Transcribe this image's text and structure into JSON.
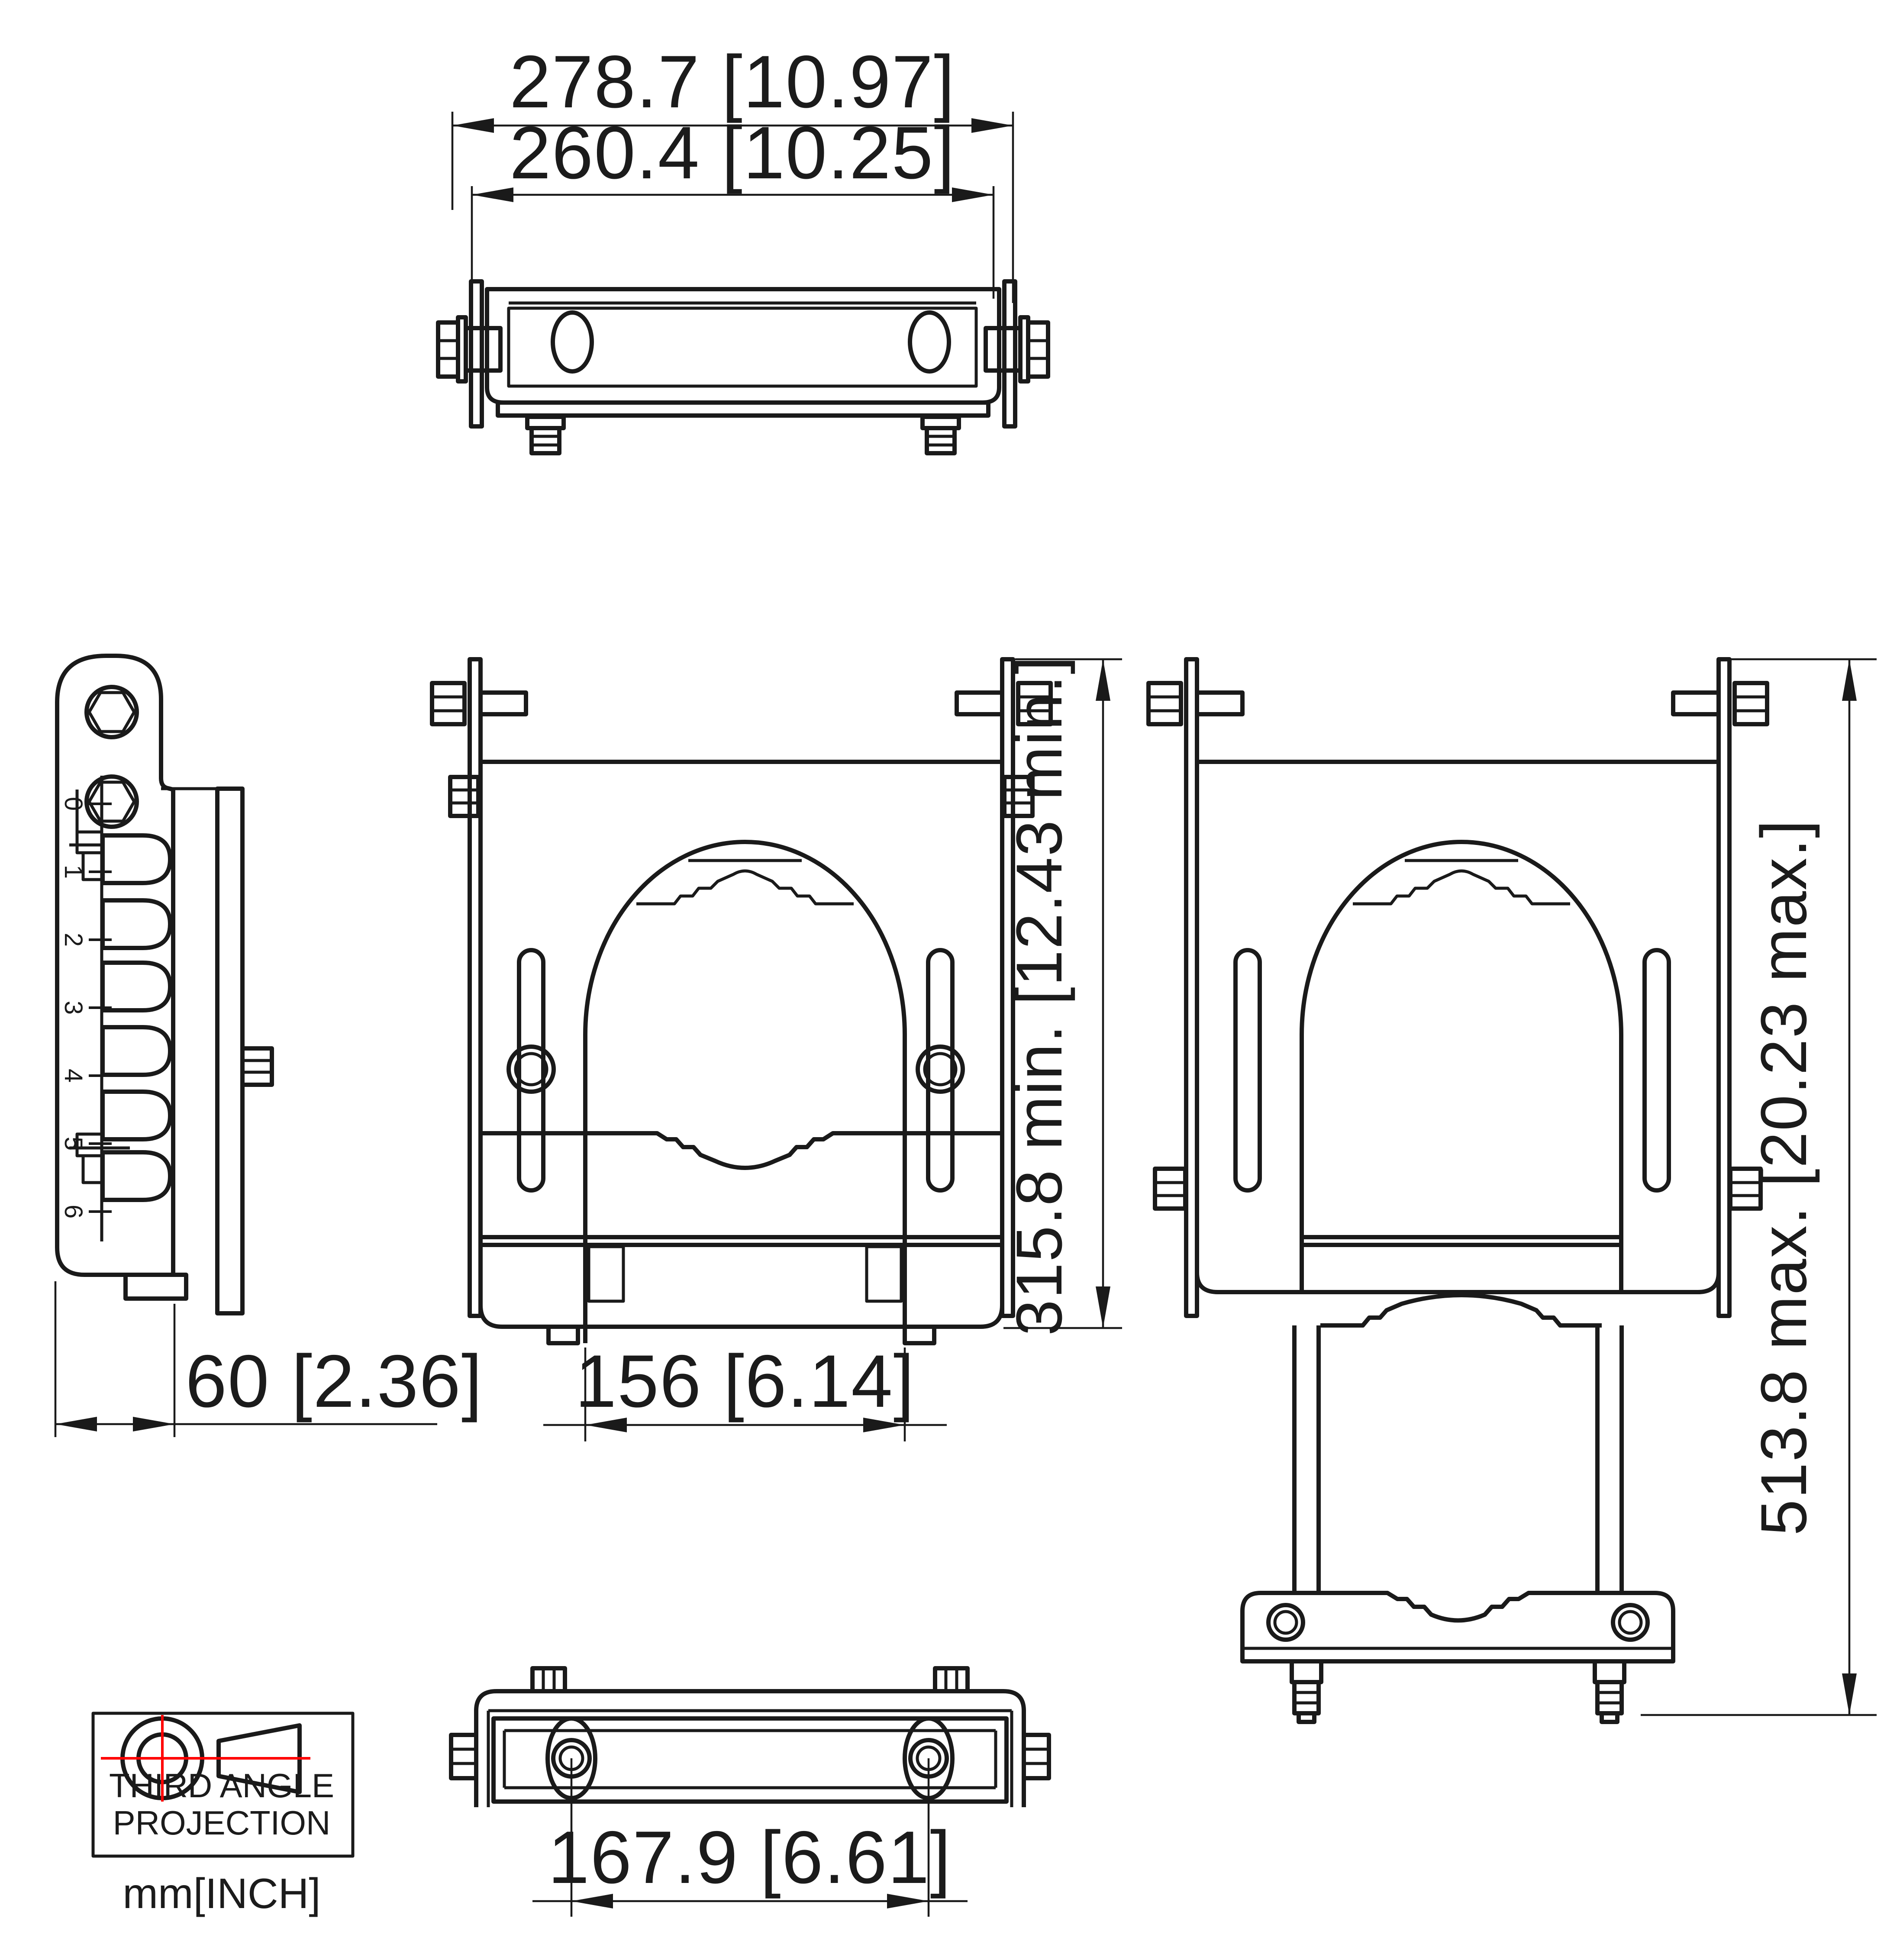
{
  "drawing": {
    "type": "engineering-orthographic-views",
    "projection": "third-angle",
    "colors": {
      "line": "#1a1a1a",
      "centerline_red": "#ff0000",
      "background": "#ffffff"
    },
    "dimensions": {
      "top_outer": {
        "mm": "278.7",
        "inch": "10.97",
        "label": "278.7 [10.97]"
      },
      "top_inner": {
        "mm": "260.4",
        "inch": "10.25",
        "label": "260.4 [10.25]"
      },
      "side_depth": {
        "mm": "60",
        "inch": "2.36",
        "label": "60 [2.36]"
      },
      "front_width": {
        "mm": "156",
        "inch": "6.14",
        "label": "156 [6.14]"
      },
      "front_height": {
        "mm": "315.8 min.",
        "inch": "12.43 min.",
        "label": "315.8 min. [12.43 min.]"
      },
      "right_height": {
        "mm": "513.8 max.",
        "inch": "20.23 max.",
        "label": "513.8 max. [20.23 max.]"
      },
      "bottom_spacing": {
        "mm": "167.9",
        "inch": "6.61",
        "label": "167.9 [6.61]"
      }
    },
    "views": {
      "left_side": {
        "scale_ticks": [
          "0",
          "1",
          "2",
          "3",
          "4",
          "5",
          "6"
        ]
      }
    },
    "legend": {
      "line1": "THIRD ANGLE",
      "line2": "PROJECTION",
      "units": "mm[INCH]"
    }
  }
}
